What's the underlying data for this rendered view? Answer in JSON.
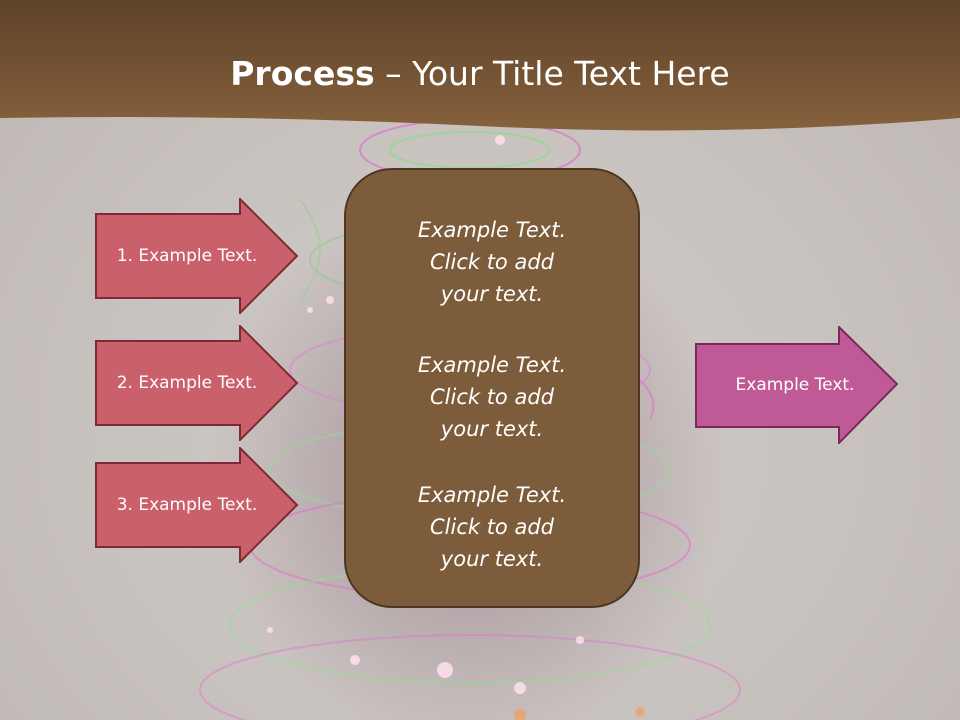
{
  "title": {
    "bold": "Process",
    "rest": " – Your Title Text Here"
  },
  "left_arrows": [
    {
      "label": "1. Example Text."
    },
    {
      "label": "2. Example Text."
    },
    {
      "label": "3. Example Text."
    }
  ],
  "center": {
    "paragraphs": [
      {
        "line1": "Example Text.",
        "line2": "Click  to add",
        "line3": "your text."
      },
      {
        "line1": "Example Text.",
        "line2": "Click  to add",
        "line3": "your text."
      },
      {
        "line1": "Example Text.",
        "line2": "Click  to add",
        "line3": "your text."
      }
    ]
  },
  "right_arrow": {
    "label": "Example Text."
  },
  "colors": {
    "title_bar": "#6b4b31",
    "left_arrow_fill": "#c9606a",
    "left_arrow_border": "#7e2a34",
    "center_fill": "#7d5c3b",
    "right_arrow_fill": "#c05a96",
    "right_arrow_border": "#7a2a5a",
    "background": "#c9c3c0"
  }
}
